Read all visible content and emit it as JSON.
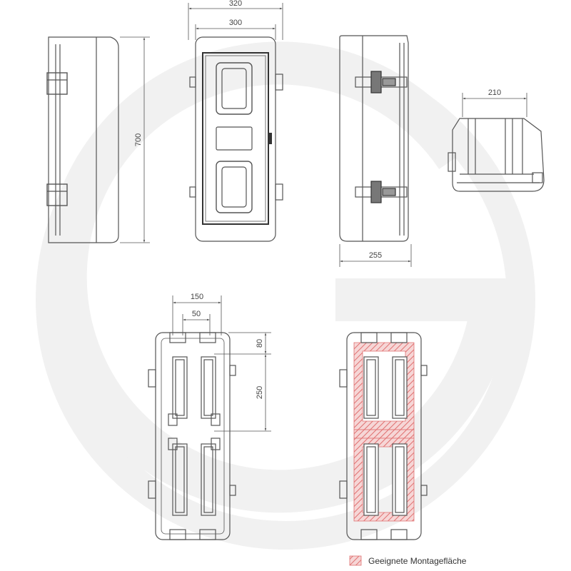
{
  "colors": {
    "line": "#555555",
    "dark": "#333333",
    "watermark": "#f1f1f1",
    "hatch": "#e07070",
    "hatch_fill": "#f6d6d6"
  },
  "icons": [
    "watermark-logo-icon",
    "hatch-swatch-icon"
  ],
  "dimensions": {
    "front_outer_width": "320",
    "front_inner_width": "300",
    "height": "700",
    "depth": "255",
    "top_width": "210",
    "mount_outer_width": "150",
    "mount_inner_width": "50",
    "mount_top_offset": "80",
    "mount_spacing": "250"
  },
  "legend": {
    "label": "Geeignete Montagefläche"
  }
}
